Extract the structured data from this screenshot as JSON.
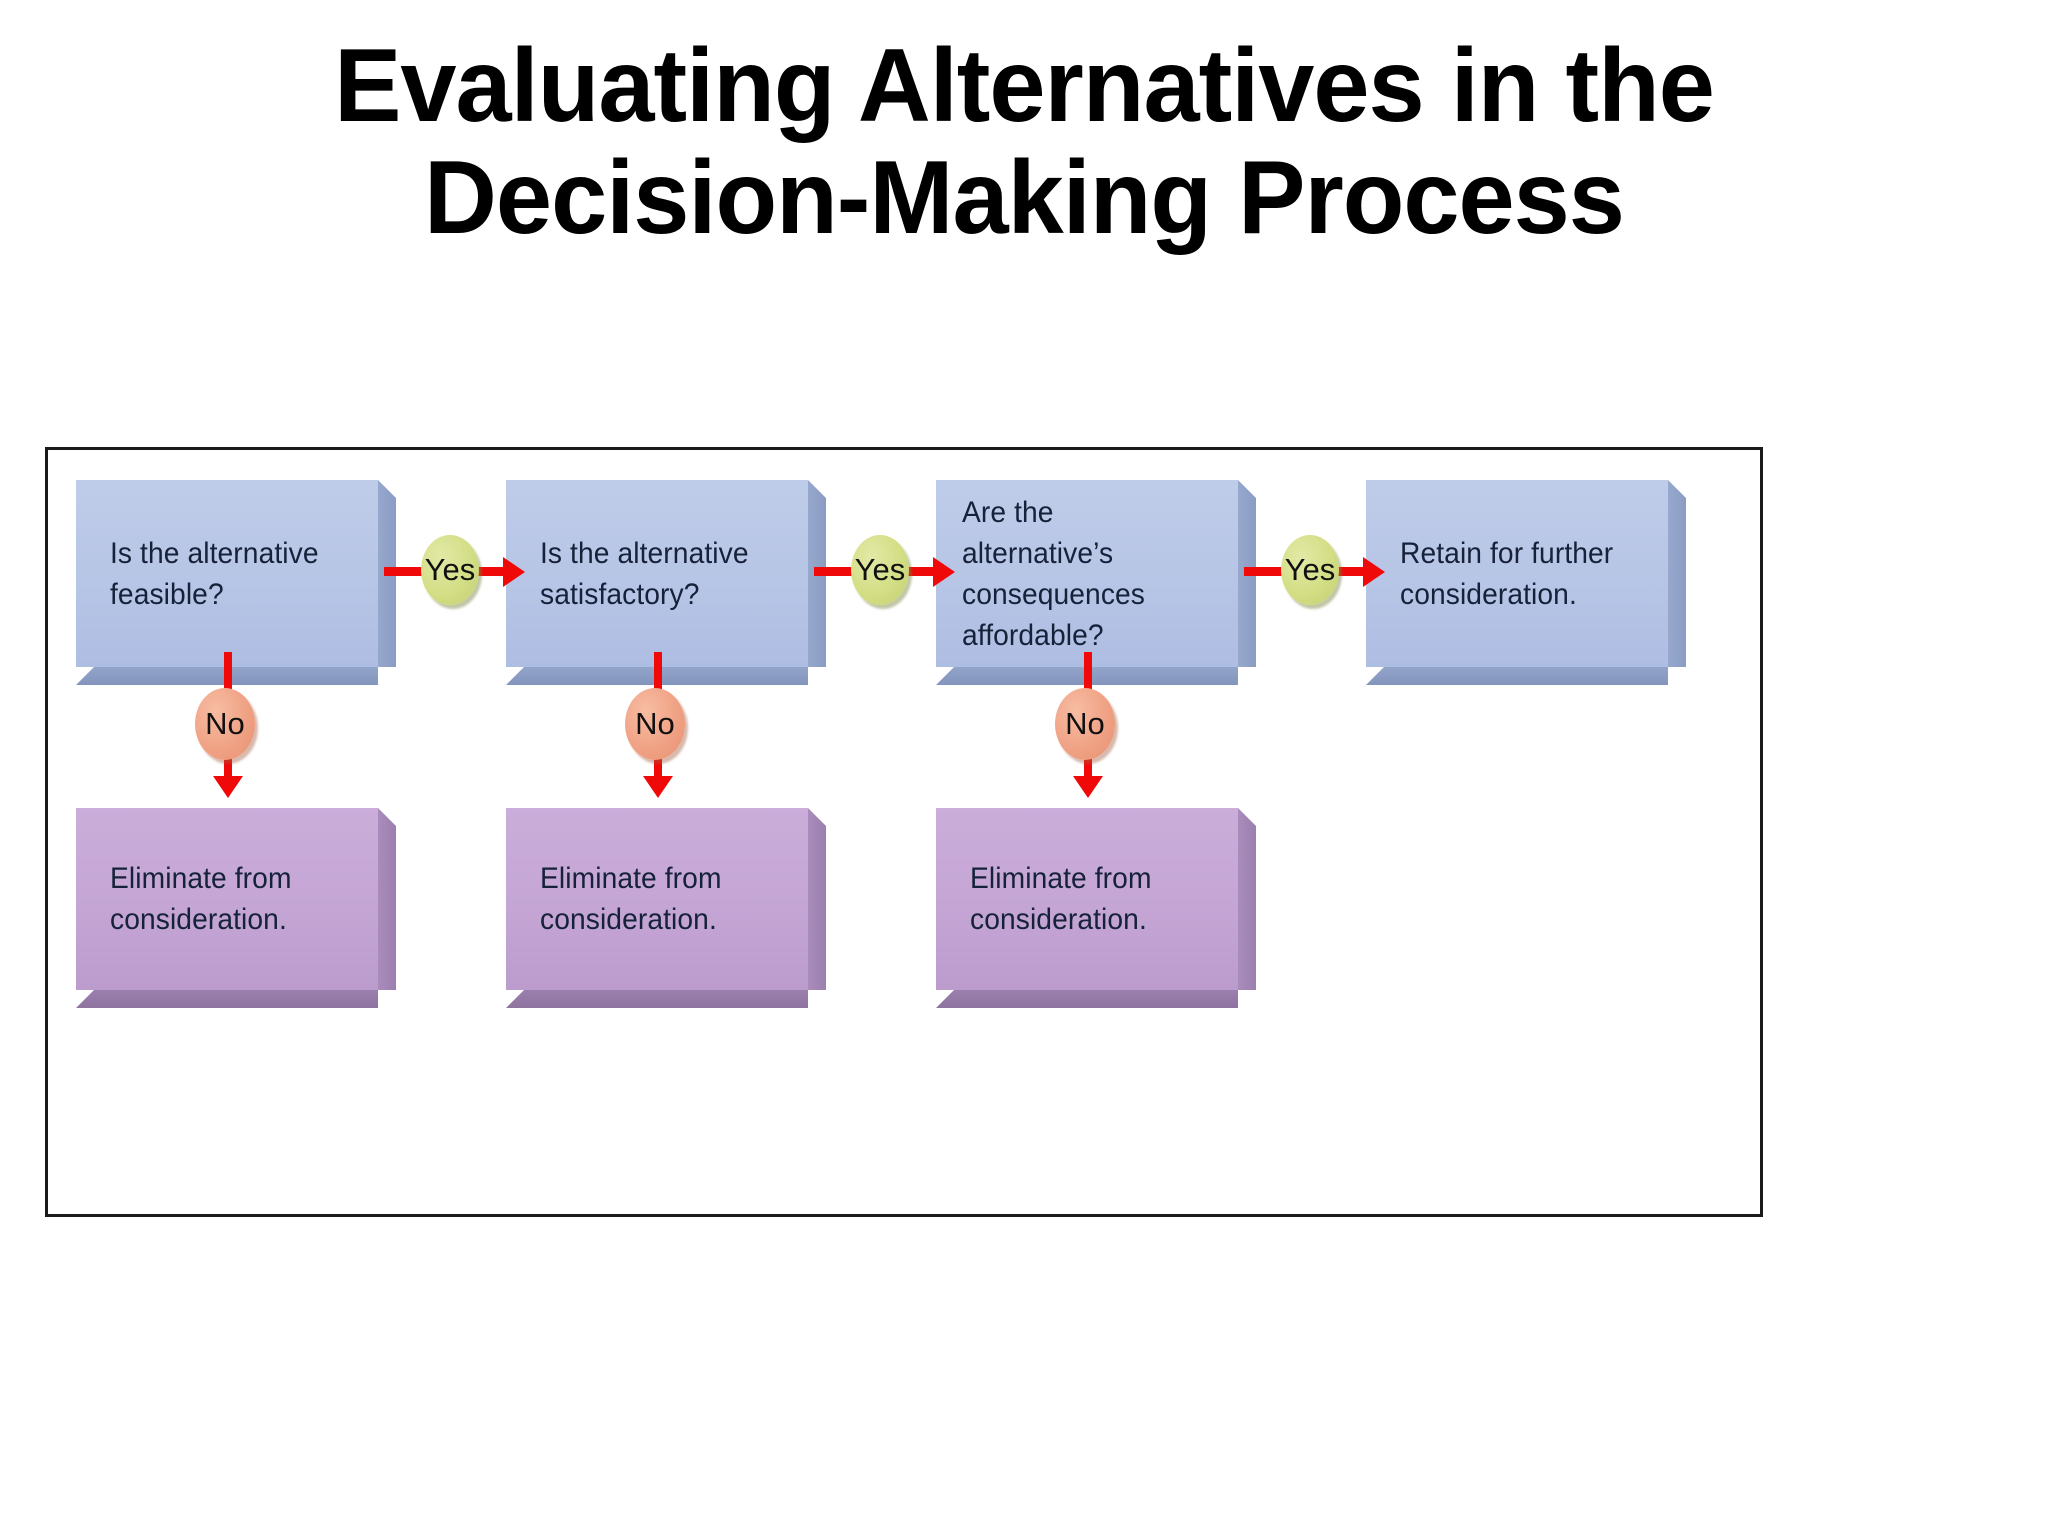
{
  "slide": {
    "title_line_1": "Evaluating Alternatives in the",
    "title_line_2": "Decision-Making Process",
    "background_color": "#ffffff",
    "frame_border_color": "#1a1a1a"
  },
  "colors": {
    "decision_box_fill": "#b7c5e6",
    "decision_box_shadow": "#8a9cc4",
    "eliminate_box_fill": "#c4a5d4",
    "eliminate_box_shadow": "#9b7fae",
    "yes_ellipse_fill": "#d3de85",
    "no_ellipse_fill": "#f0a285",
    "arrow_color": "#f00909",
    "box_text_color": "#16213a"
  },
  "flowchart": {
    "type": "decision-flow",
    "decision_boxes": [
      {
        "id": "feasible",
        "label": "Is the alternative\nfeasible?"
      },
      {
        "id": "satisfactory",
        "label": "Is the alternative\nsatisfactory?"
      },
      {
        "id": "affordable",
        "label": "Are the alternative’s\nconsequences\naffordable?"
      }
    ],
    "outcome_box": {
      "id": "retain",
      "label": "Retain for further\nconsideration."
    },
    "yes_connectors": [
      {
        "id": "yes-1",
        "label": "Yes",
        "from": "feasible",
        "to": "satisfactory"
      },
      {
        "id": "yes-2",
        "label": "Yes",
        "from": "satisfactory",
        "to": "affordable"
      },
      {
        "id": "yes-3",
        "label": "Yes",
        "from": "affordable",
        "to": "retain"
      }
    ],
    "no_connectors": [
      {
        "id": "no-1",
        "label": "No",
        "from": "feasible",
        "to": "eliminate-1"
      },
      {
        "id": "no-2",
        "label": "No",
        "from": "satisfactory",
        "to": "eliminate-2"
      },
      {
        "id": "no-3",
        "label": "No",
        "from": "affordable",
        "to": "eliminate-3"
      }
    ],
    "eliminate_boxes": [
      {
        "id": "eliminate-1",
        "label": "Eliminate from\nconsideration."
      },
      {
        "id": "eliminate-2",
        "label": "Eliminate from\nconsideration."
      },
      {
        "id": "eliminate-3",
        "label": "Eliminate from\nconsideration."
      }
    ]
  }
}
